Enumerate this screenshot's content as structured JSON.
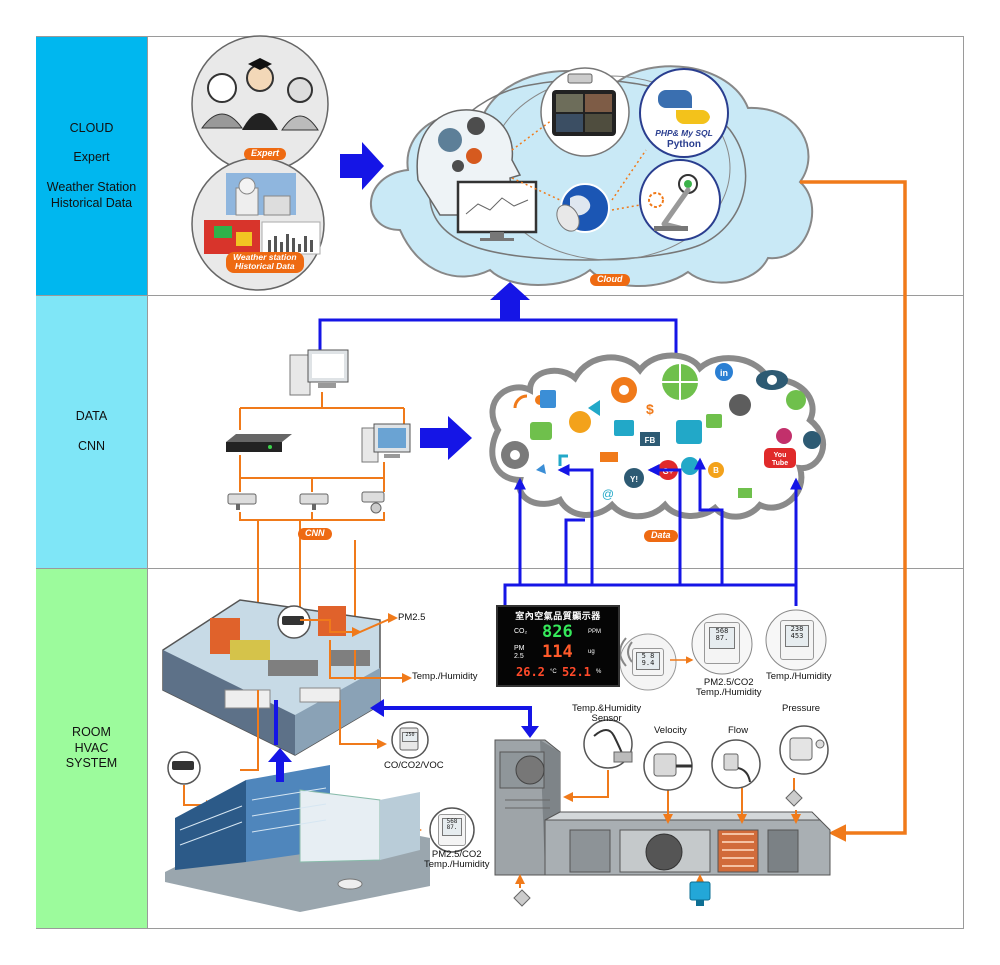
{
  "rows": {
    "cloud": {
      "lines": [
        "CLOUD",
        "Expert",
        "Weather Station",
        "Historical Data"
      ],
      "color": "#00b7ef"
    },
    "data": {
      "lines": [
        "DATA",
        "CNN"
      ],
      "color": "#7fe6f7"
    },
    "room": {
      "lines": [
        "ROOM",
        "HVAC",
        "SYSTEM"
      ],
      "color": "#9cfb9c"
    }
  },
  "cloud_section": {
    "expert_label": "Expert",
    "weather_label_1": "Weather station",
    "weather_label_2": "Historical Data",
    "cloud_label": "Cloud",
    "tech_line_1": "PHP& My SQL",
    "tech_line_2": "Python"
  },
  "data_section": {
    "cnn_label": "CNN",
    "data_label": "Data",
    "social": {
      "facebook": "FB",
      "youtube_1": "You",
      "youtube_2": "Tube",
      "google_plus": "G+",
      "blogger": "B",
      "linkedin": "in",
      "yahoo": "Y!"
    }
  },
  "display_panel": {
    "title": "室內空氣品質顯示器",
    "co2_key": "CO₂",
    "co2_value": "826",
    "co2_unit": "PPM",
    "pm_key_1": "PM",
    "pm_key_2": "2.5",
    "pm_value": "114",
    "pm_unit": "ug",
    "temp_value": "26.2",
    "temp_unit": "°C",
    "rh_value": "52.1",
    "rh_unit": "%"
  },
  "room_labels": {
    "pm25": "PM2.5",
    "temp_humidity": "Temp./Humidity",
    "co_co2_voc": "CO/CO2/VOC",
    "pm_co2_1": "PM2.5/CO2",
    "pm_co2_2": "Temp./Humidity",
    "right_pm_co2_1": "PM2.5/CO2",
    "right_pm_co2_2": "Temp./Humidity",
    "right_temp_humidity": "Temp./Humidity",
    "th_sensor_1": "Temp.&Humidity",
    "th_sensor_2": "Sensor",
    "velocity": "Velocity",
    "flow": "Flow",
    "pressure": "Pressure"
  },
  "sensor_screens": {
    "left_device_1": "568",
    "left_device_2": "87.",
    "right_device_1": "238",
    "right_device_2": "453",
    "small_device_1": "5 8",
    "small_device_2": "9.4",
    "building_device_1": "568",
    "building_device_2": "87.",
    "voc_device": "250"
  },
  "colors": {
    "arrow_blue": "#1515e6",
    "arrow_orange": "#f07a1a",
    "cloud_fill": "#c9e9f6",
    "border": "#9a9a9a"
  }
}
